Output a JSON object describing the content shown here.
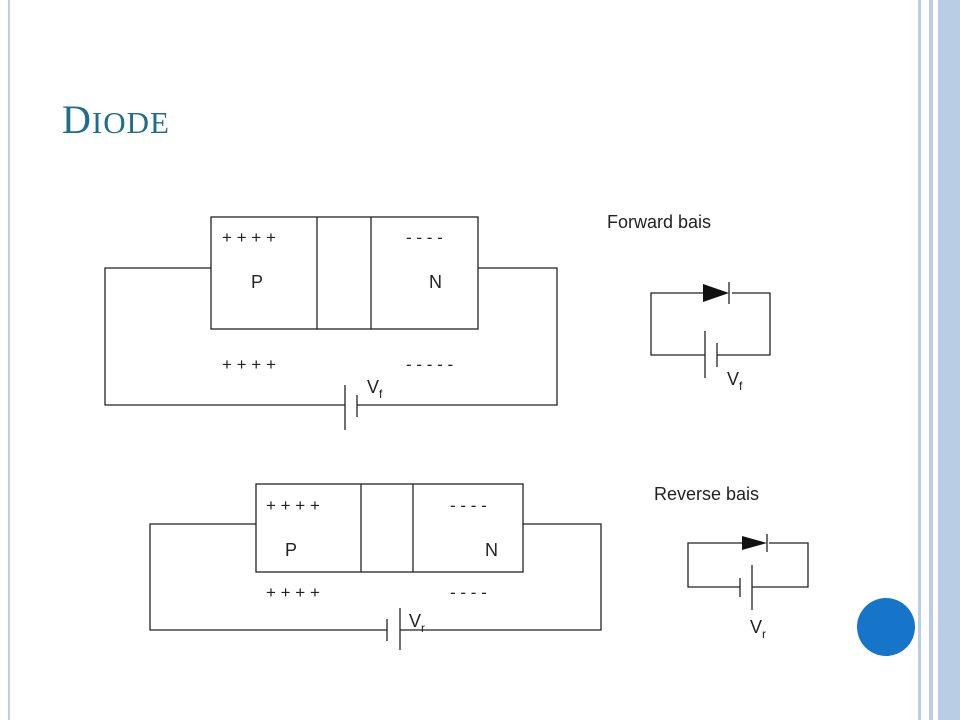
{
  "title": {
    "first_letter": "D",
    "rest": "IODE"
  },
  "forward": {
    "label": "Forward bais",
    "top_plus": "+ + + +",
    "top_minus": "- - - -",
    "p_label": "P",
    "n_label": "N",
    "bottom_plus": "+ + + +",
    "bottom_minus": "- - - - -",
    "voltage_main": "V",
    "voltage_sub": "f",
    "symbol_voltage_main": "V",
    "symbol_voltage_sub": "f"
  },
  "reverse": {
    "label": "Reverse bais",
    "top_plus": "+ + + +",
    "top_minus": "- - - -",
    "p_label": "P",
    "n_label": "N",
    "bottom_plus": "+ + + +",
    "bottom_minus": "- - - -",
    "voltage_main": "V",
    "voltage_sub": "r",
    "symbol_voltage_main": "V",
    "symbol_voltage_sub": "r"
  },
  "colors": {
    "accent": "#1f6d8c",
    "border": "#b9cde5",
    "circle": "#1675c8"
  }
}
